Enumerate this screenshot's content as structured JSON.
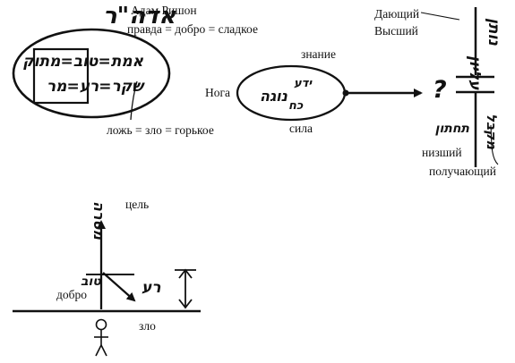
{
  "labels": {
    "adam_rishon": "Адам Ришон",
    "truth_equation": "правда = добро = сладкое",
    "lie_equation": "ложь = зло = горькое",
    "knowledge": "знание",
    "noga": "Нога",
    "strength": "сила",
    "giver": "Дающий",
    "higher": "Высший",
    "question": "?",
    "lower": "низший",
    "receiver": "получающий",
    "goal": "цель",
    "good": "добро",
    "evil": "зло"
  },
  "hebrew": {
    "adam_header": "אדה\"ר",
    "truth_row": "אמת=טוב=מתוק",
    "lie_row": "שקר=רע=מר",
    "box_top": "מתוק",
    "box_bottom": "מר",
    "knowledge": "ידע",
    "strength": "כח",
    "noga": "נוגה",
    "giver": "נותן",
    "higher": "עליון",
    "lower": "תחתון",
    "receiver": "מקבל",
    "goal": "מטרה",
    "good": "טוב",
    "evil": "רע"
  },
  "colors": {
    "ink": "#111111",
    "background": "#ffffff"
  }
}
